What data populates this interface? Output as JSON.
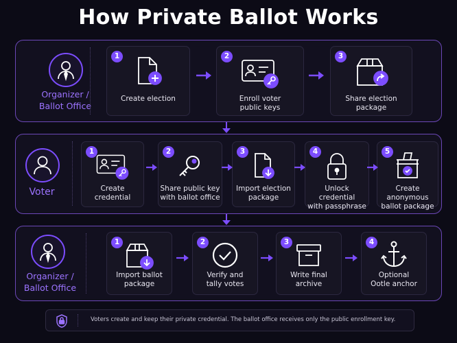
{
  "title": "How Private Ballot Works",
  "colors": {
    "accent": "#7c4dff",
    "role_text": "#9c73ff",
    "background": "#0c0b16",
    "panel_border": "#6c48b8"
  },
  "rows": [
    {
      "role": "Organizer /\nBallot Office",
      "role_icon": "person-tie-icon",
      "steps": [
        {
          "number": "1",
          "label": "Create election",
          "icon": "document-plus-icon"
        },
        {
          "number": "2",
          "label": "Enroll voter\npublic keys",
          "icon": "id-card-key-icon"
        },
        {
          "number": "3",
          "label": "Share election\npackage",
          "icon": "box-share-icon"
        }
      ]
    },
    {
      "role": "Voter",
      "role_icon": "person-icon",
      "steps": [
        {
          "number": "1",
          "label": "Create\ncredential",
          "icon": "id-card-key-icon"
        },
        {
          "number": "2",
          "label": "Share public key\nwith ballot office",
          "icon": "key-icon"
        },
        {
          "number": "3",
          "label": "Import election\npackage",
          "icon": "document-download-icon"
        },
        {
          "number": "4",
          "label": "Unlock credential\nwith passphrase",
          "icon": "lock-icon"
        },
        {
          "number": "5",
          "label": "Create anonymous\nballot package",
          "icon": "ballot-box-icon"
        }
      ]
    },
    {
      "role": "Organizer /\nBallot Office",
      "role_icon": "person-tie-icon",
      "steps": [
        {
          "number": "1",
          "label": "Import ballot\npackage",
          "icon": "box-download-icon"
        },
        {
          "number": "2",
          "label": "Verify and\ntally votes",
          "icon": "check-circle-icon"
        },
        {
          "number": "3",
          "label": "Write final\narchive",
          "icon": "archive-box-icon"
        },
        {
          "number": "4",
          "label": "Optional\nOotle anchor",
          "icon": "anchor-icon"
        }
      ]
    }
  ],
  "footer": {
    "icon": "shield-lock-icon",
    "text": "Voters create and keep their private credential. The ballot office receives only the public enrollment key."
  }
}
